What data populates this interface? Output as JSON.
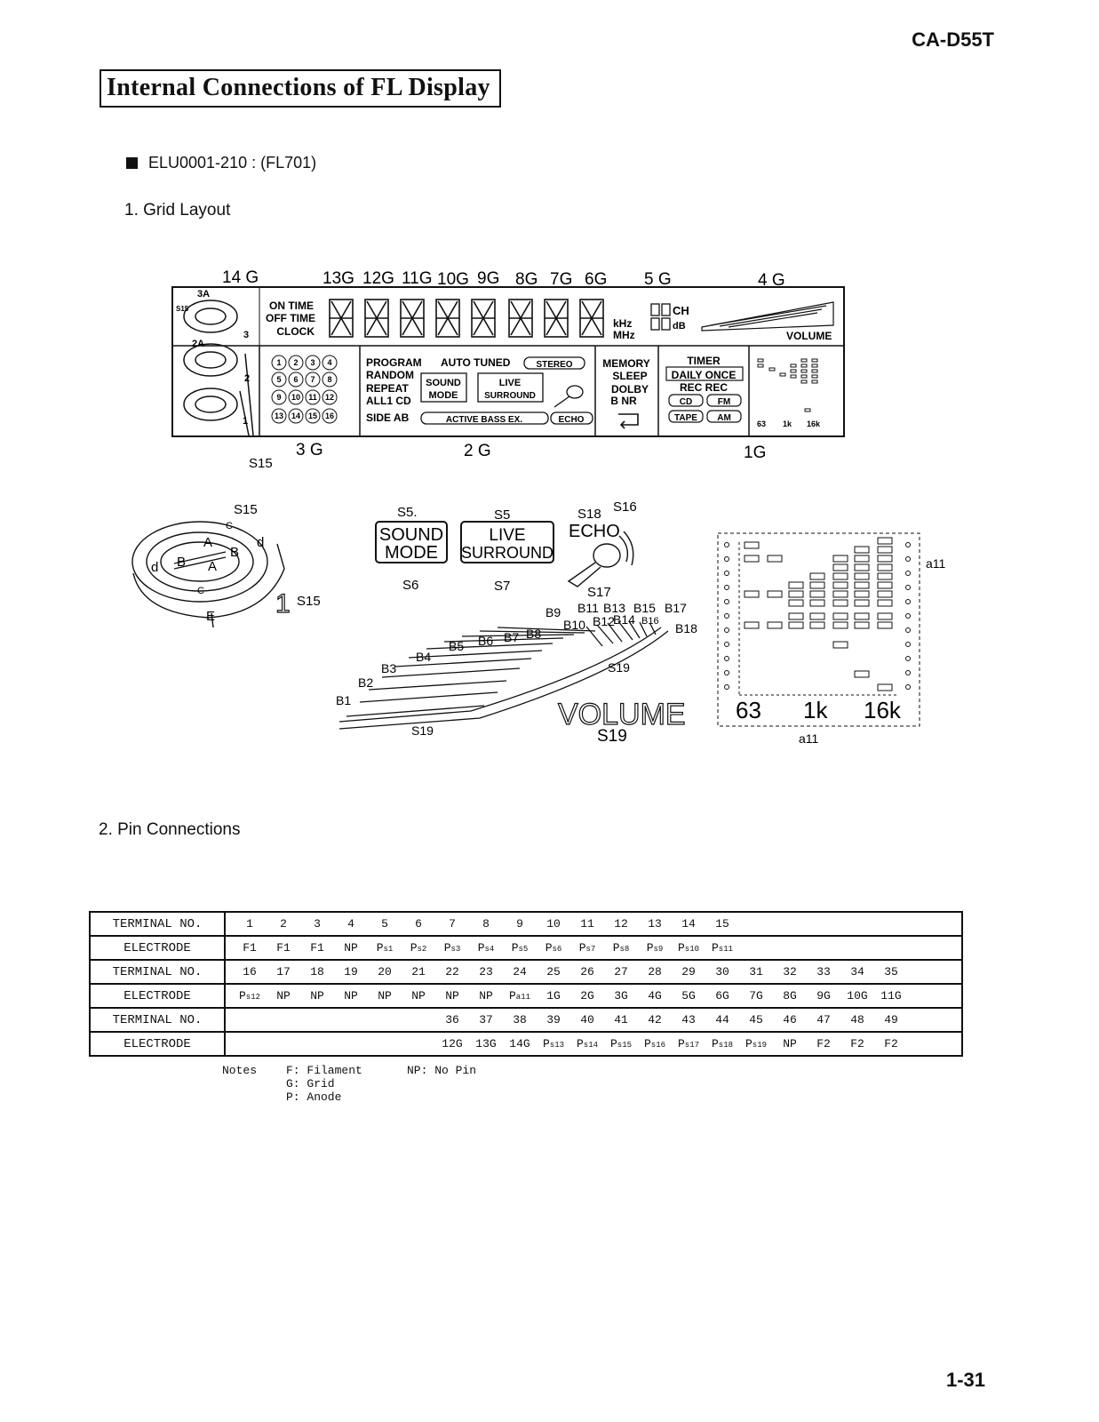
{
  "header": {
    "model": "CA-D55T",
    "title": "Internal Connections of FL Display"
  },
  "part": {
    "label": "ELU0001-210 : (FL701)"
  },
  "sections": {
    "grid_layout": "1. Grid Layout",
    "pin_connections": "2. Pin Connections"
  },
  "grid": {
    "top_labels": [
      "14 G",
      "13G",
      "12G",
      "11G",
      "10G",
      "9G",
      "8G",
      "7G",
      "6G",
      "5 G",
      "4 G"
    ],
    "bottom_labels": [
      "3 G",
      "2 G",
      "1G"
    ],
    "s15_label": "S15",
    "left_labels": [
      "3A",
      "S15",
      "2A",
      "3",
      "2",
      "1"
    ],
    "clock_lines": [
      "ON TIME",
      "OFF TIME",
      "CLOCK"
    ],
    "freq_units": [
      "kHz",
      "MHz"
    ],
    "ch_lines": [
      "CH",
      "dB"
    ],
    "volume": "VOLUME",
    "disc_numbers": [
      "1",
      "2",
      "3",
      "4",
      "5",
      "6",
      "7",
      "8",
      "9",
      "10",
      "11",
      "12",
      "13",
      "14",
      "15",
      "16"
    ],
    "mode_lines": [
      "PROGRAM",
      "RANDOM",
      "REPEAT",
      "ALL1 CD",
      "SIDE AB"
    ],
    "auto_tuned": "AUTO TUNED",
    "stereo": "STEREO",
    "sound_mode": [
      "SOUND",
      "MODE"
    ],
    "live_surround": [
      "LIVE",
      "SURROUND"
    ],
    "active_bass": "ACTIVE BASS EX.",
    "echo": "ECHO",
    "memory_lines": [
      "MEMORY",
      "SLEEP",
      "DOLBY",
      "B NR"
    ],
    "timer": "TIMER",
    "timer_rows": [
      "DAILY ONCE",
      "REC REC"
    ],
    "source_buttons": [
      "CD",
      "FM",
      "TAPE",
      "AM"
    ],
    "eq_freqs": [
      "63",
      "1k",
      "16k"
    ]
  },
  "detail": {
    "cassette_letters": [
      "A",
      "B",
      "d",
      "C",
      "E",
      "A",
      "B",
      "d",
      "C"
    ],
    "cassette_s15": "S15",
    "s15_tag": "S15",
    "one_glyph": "1",
    "segment_labels": [
      "S5.",
      "S5",
      "S18",
      "S16",
      "S6",
      "S7",
      "S17"
    ],
    "sound_mode": [
      "SOUND",
      "MODE"
    ],
    "live_surround": [
      "LIVE",
      "SURROUND"
    ],
    "echo": "ECHO",
    "bar_labels": [
      "B1",
      "B2",
      "B3",
      "B4",
      "B5",
      "B6",
      "B7",
      "B8",
      "B9",
      "B10",
      "B11",
      "B12",
      "B13",
      "B14",
      "B15",
      "B16",
      "B17",
      "B18"
    ],
    "s19_labels": [
      "S19",
      "S19",
      "S19"
    ],
    "volume": "VOLUME",
    "eq_freqs": [
      "63",
      "1k",
      "16k"
    ],
    "a11_labels": [
      "a11",
      "a11"
    ]
  },
  "pins": {
    "header_terminal": "TERMINAL NO.",
    "header_electrode": "ELECTRODE",
    "rows": [
      {
        "terminals": [
          "1",
          "2",
          "3",
          "4",
          "5",
          "6",
          "7",
          "8",
          "9",
          "10",
          "11",
          "12",
          "13",
          "14",
          "15"
        ],
        "electrodes": [
          "F1",
          "F1",
          "F1",
          "NP",
          "P s1",
          "P s2",
          "P s3",
          "P s4",
          "P s5",
          "P s6",
          "P s7",
          "P s8",
          "P s9",
          "P s10",
          "P s11"
        ]
      },
      {
        "terminals": [
          "16",
          "17",
          "18",
          "19",
          "20",
          "21",
          "22",
          "23",
          "24",
          "25",
          "26",
          "27",
          "28",
          "29",
          "30",
          "31",
          "32",
          "33",
          "34",
          "35"
        ],
        "electrodes": [
          "P s12",
          "NP",
          "NP",
          "NP",
          "NP",
          "NP",
          "NP",
          "NP",
          "P a11",
          "1G",
          "2G",
          "3G",
          "4G",
          "5G",
          "6G",
          "7G",
          "8G",
          "9G",
          "10G",
          "11G"
        ]
      },
      {
        "terminals": [
          "",
          "",
          "",
          "",
          "",
          "",
          "36",
          "37",
          "38",
          "39",
          "40",
          "41",
          "42",
          "43",
          "44",
          "45",
          "46",
          "47",
          "48",
          "49"
        ],
        "electrodes": [
          "",
          "",
          "",
          "",
          "",
          "",
          "12G",
          "13G",
          "14G",
          "P s13",
          "P s14",
          "P s15",
          "P s16",
          "P s17",
          "P s18",
          "P s19",
          "NP",
          "F2",
          "F2",
          "F2"
        ]
      }
    ],
    "notes_label": "Notes",
    "notes": [
      "F: Filament",
      "G: Grid",
      "P: Anode"
    ],
    "np_note": "NP: No Pin"
  },
  "page_number": "1-31"
}
